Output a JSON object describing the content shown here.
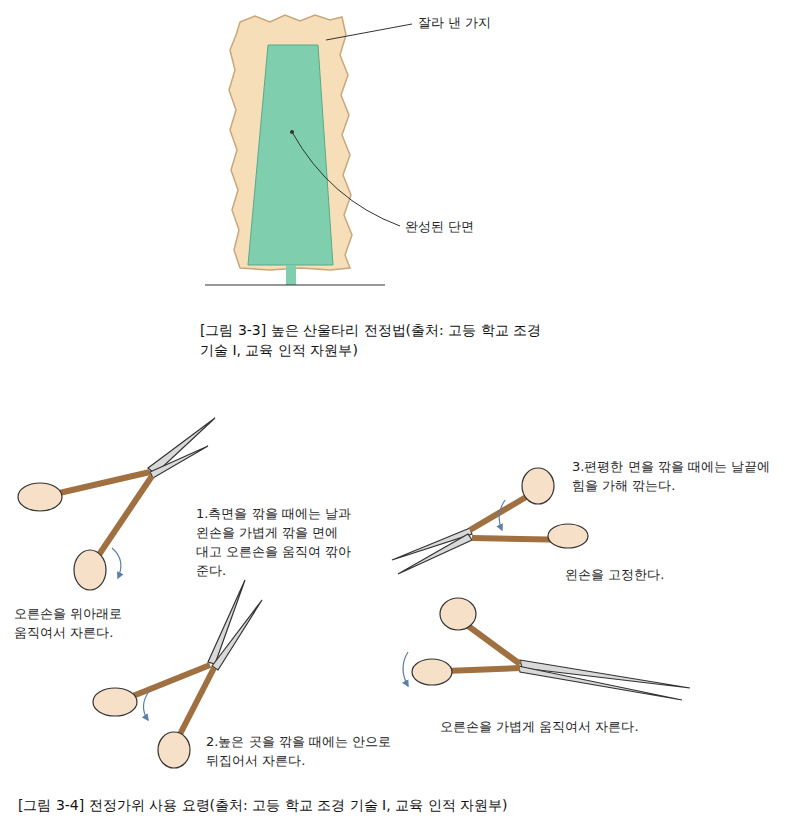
{
  "diagram": {
    "labels": [
      "잘라 낸 가지",
      "완성된 단면",
      "[그림 3-3] 높은 산울타리 전정법(출처: 고등 학교 조경 기술 I, 교육 인적 자원부)",
      "1.측면을 깎을 때에는 날과 왼손을 가볍게 깎을 면에 대고 오른손을 움직여 깎아 준다.",
      "오른손을 위아래로 움직여서 자른다.",
      "2.높은 곳을 깎을 때에는 안으로 뒤집어서 자른다.",
      "3.편평한 면을 깎을 때에는 날끝에 힘을 가해 깎는다.",
      "왼손을 고정한다.",
      "오른손을 가볍게 움직여서 자른다.",
      "[그림 3-4] 전정가위 사용 요령(출처: 고등 학교 조경 기술 I, 교육 인적 자원부)"
    ]
  }
}
